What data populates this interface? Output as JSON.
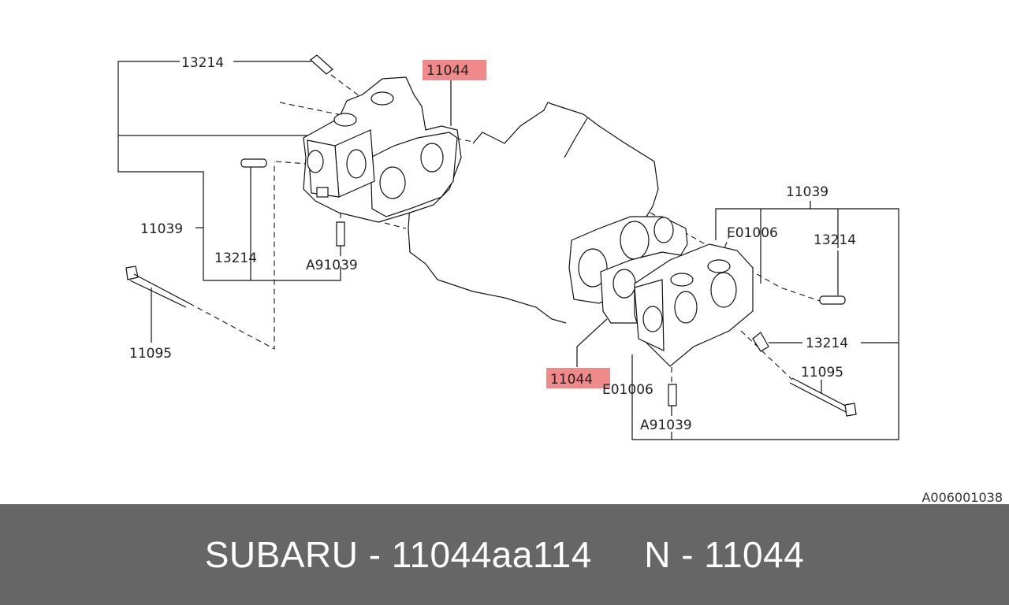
{
  "labels": {
    "l13214_top": "13214",
    "l11044_top": "11044",
    "l11039_left": "11039",
    "l13214_mid": "13214",
    "lA91039_left": "A91039",
    "l11095_left": "11095",
    "l11039_right": "11039",
    "lE01006_right": "E01006",
    "l13214_right_top": "13214",
    "l13214_right_mid": "13214",
    "l11095_right": "11095",
    "l11044_bottom": "11044",
    "lE01006_bottom": "E01006",
    "lA91039_right": "A91039"
  },
  "reference_code": "A006001038",
  "footer": {
    "text": "SUBARU - 11044aa114     N - 11044"
  },
  "colors": {
    "highlight": "#f08a8a",
    "footer_bg": "#666666",
    "footer_text": "#ffffff"
  }
}
